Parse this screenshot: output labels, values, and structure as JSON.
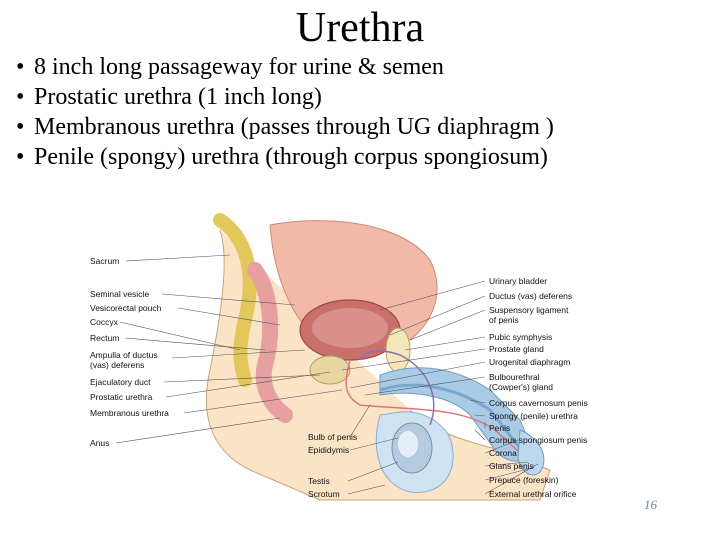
{
  "slide": {
    "title": "Urethra",
    "bullets": [
      "8 inch long passageway  for urine & semen",
      "Prostatic urethra (1 inch long)",
      "Membranous urethra (passes through UG diaphragm )",
      "Penile (spongy) urethra (through corpus spongiosum)"
    ],
    "bullet_symbol": "•",
    "page_number": "16"
  },
  "figure": {
    "left_labels": [
      "Sacrum",
      "Seminal vesicle",
      "Vesicorectal pouch",
      "Coccyx",
      "Rectum",
      "Ampulla of ductus",
      "(vas) deferens",
      "Ejaculatory duct",
      "Prostatic urethra",
      "Membranous urethra",
      "Anus"
    ],
    "bottom_labels": [
      "Bulb of penis",
      "Epididymis",
      "Testis",
      "Scrotum"
    ],
    "right_labels": [
      "Urinary bladder",
      "Ductus (vas) deferens",
      "Suspensory ligament",
      "of penis",
      "Pubic symphysis",
      "Prostate gland",
      "Urogenital diaphragm",
      "Bulbourethral",
      "(Cowper's) gland",
      "Corpus cavernosum penis",
      "Spongy (penile) urethra",
      "Penis",
      "Corpus spongiosum penis",
      "Corona",
      "Glans penis",
      "Prepuce (foreskin)",
      "External urethral orifice"
    ]
  }
}
